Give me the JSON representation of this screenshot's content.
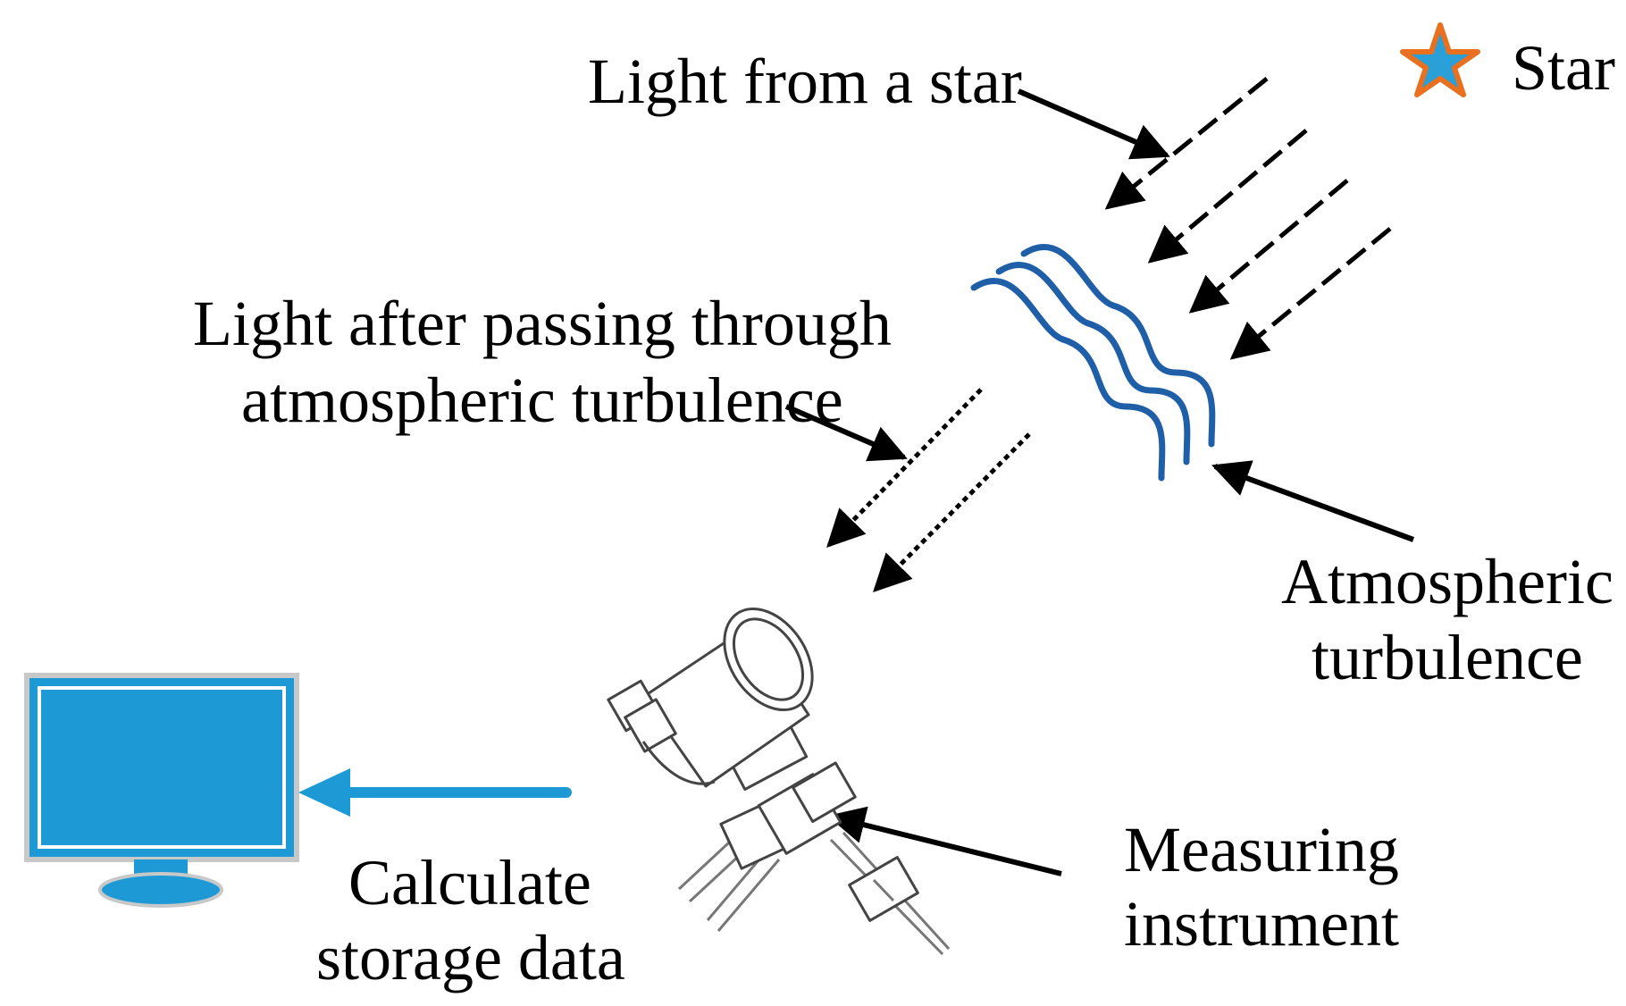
{
  "labels": {
    "star": "Star",
    "light_from_star": "Light from a star",
    "light_after_line1": "Light after passing through",
    "light_after_line2": "atmospheric turbulence",
    "atmos_line1": "Atmospheric",
    "atmos_line2": "turbulence",
    "measuring_line1": "Measuring",
    "measuring_line2": "instrument",
    "calculate_line1": "Calculate",
    "calculate_line2": "storage data"
  },
  "colors": {
    "star_fill": "#2a9fd8",
    "star_outline": "#e8701e",
    "turbulence": "#1f5fa8",
    "monitor": "#1d9ad6",
    "data_arrow": "#1d9ad6",
    "text": "#000000"
  },
  "icons": [
    "star-icon",
    "turbulence-waves-icon",
    "telescope-icon",
    "monitor-icon"
  ]
}
